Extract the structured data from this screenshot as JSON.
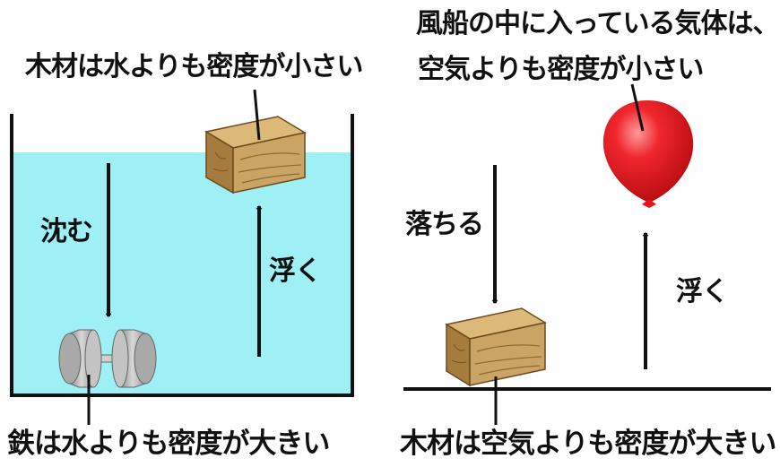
{
  "left_panel": {
    "wood_label": "木材は水よりも密度が小さい",
    "sink_label": "沈む",
    "float_label": "浮く",
    "iron_label": "鉄は水よりも密度が大きい"
  },
  "right_panel": {
    "balloon_label_line1": "風船の中に入っている気体は、",
    "balloon_label_line2": "空気よりも密度が小さい",
    "fall_label": "落ちる",
    "float_label": "浮く",
    "wood_label": "木材は空気よりも密度が大きい"
  },
  "colors": {
    "water": "#9ff0f5",
    "wood": "#c9a465",
    "wood_top": "#dcb978",
    "wood_side": "#a57c3d",
    "iron": "#b9b9b9",
    "balloon": "#e8121c",
    "line": "#111111"
  }
}
